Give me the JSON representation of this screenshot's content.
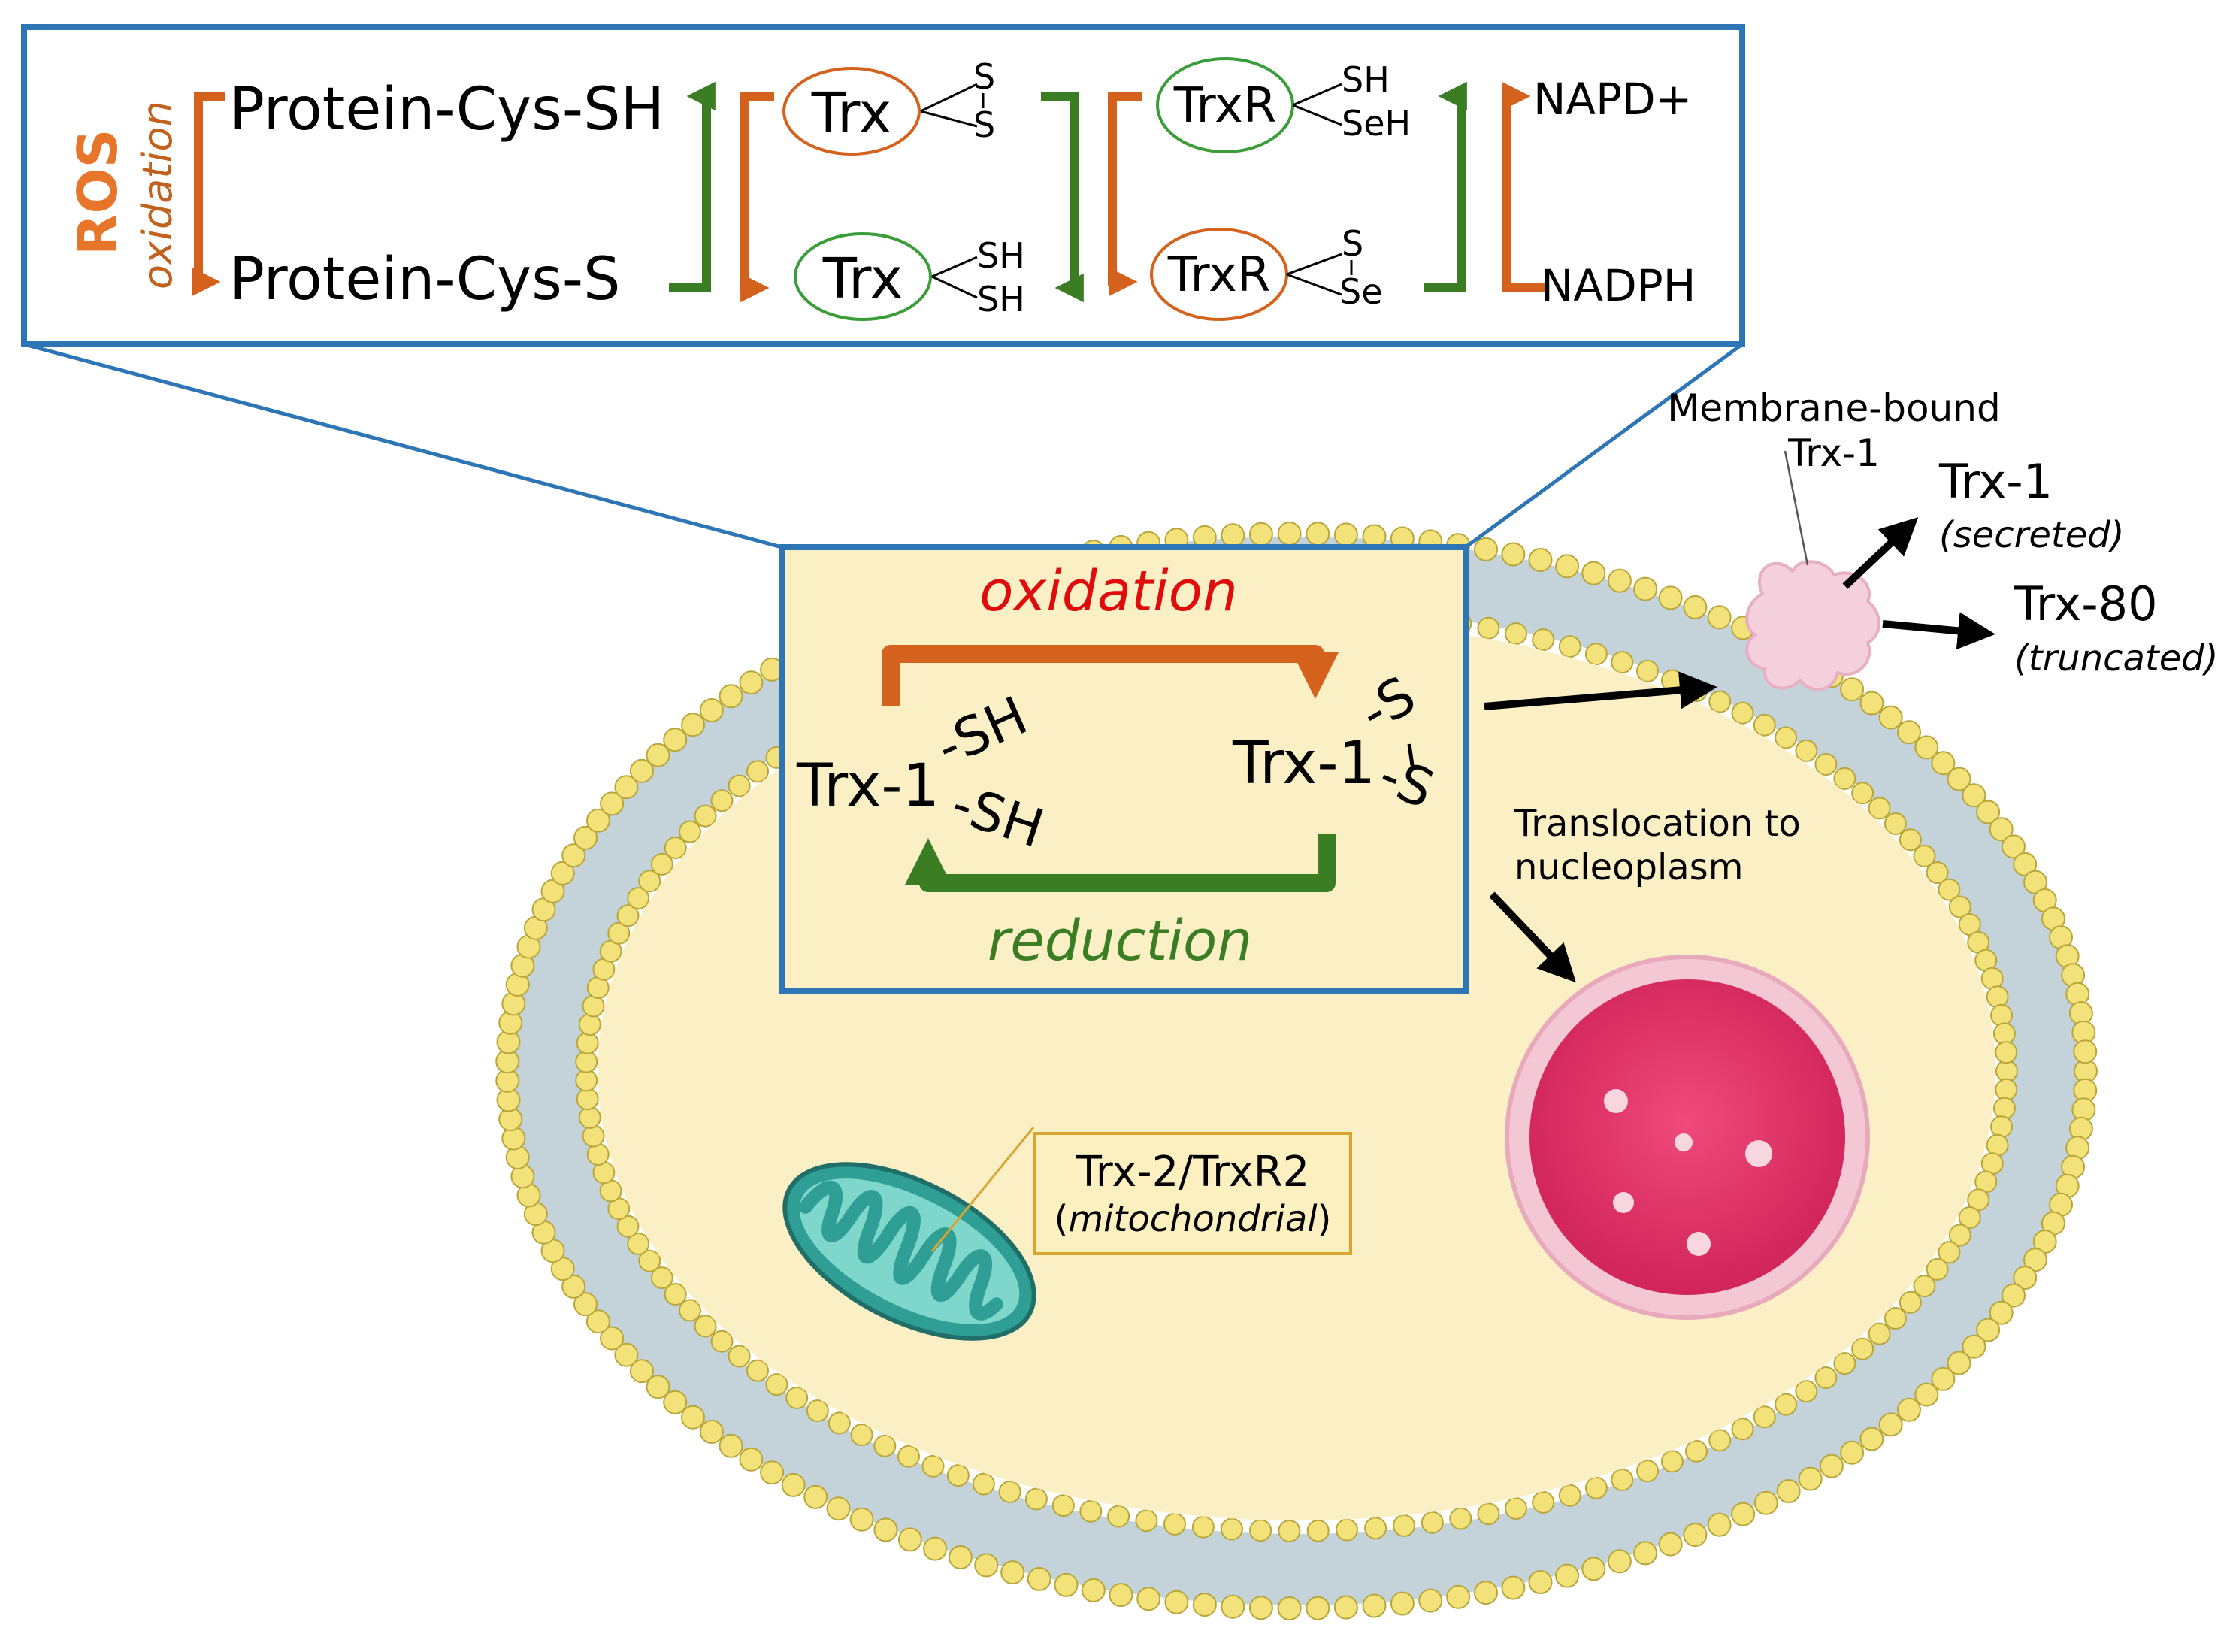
{
  "colors": {
    "oxidation": "#d4621c",
    "reduction": "#3a7d23",
    "ros": "#e8762a",
    "frame_blue": "#2e75b6",
    "cytoplasm": "#fbefc6",
    "lipid_head": "#f3e27a",
    "lipid_tail": "#c4d3da",
    "nucleus": "#e0336b",
    "nucleus_rim": "#f3c7d3",
    "mito": "#2f9e94",
    "receptor": "#f4cfdc",
    "label_box": "#fcefc0",
    "label_box_border": "#d9a531",
    "oxidation_text": "#e00b0b",
    "reduction_text": "#3a7d23"
  },
  "top_panel": {
    "ros": "ROS",
    "oxidation": "oxidation",
    "protein_sh": "Protein-Cys-SH",
    "protein_s": "Protein-Cys-S",
    "trx_ox": "Trx",
    "trx_red": "Trx",
    "trx_ox_s1": "S",
    "trx_ox_s2": "S",
    "trx_red_sh1": "SH",
    "trx_red_sh2": "SH",
    "trxr_red": "TrxR",
    "trxr_ox": "TrxR",
    "trxr_red_sh": "SH",
    "trxr_red_seh": "SeH",
    "trxr_ox_s": "S",
    "trxr_ox_se": "Se",
    "nadp": "NAPD+",
    "nadph": "NADPH"
  },
  "inset": {
    "oxidation": "oxidation",
    "reduction": "reduction",
    "trx1_left": "Trx-1",
    "trx1_left_sh1": "-SH",
    "trx1_left_sh2": "-SH",
    "trx1_right": "Trx-1",
    "trx1_right_s1": "-S",
    "trx1_right_s2": "-S"
  },
  "labels": {
    "membrane_bound_1": "Membrane-bound",
    "membrane_bound_2": "Trx-1",
    "secreted_name": "Trx-1",
    "secreted_note": "(secreted)",
    "truncated_name": "Trx-80",
    "truncated_note": "(truncated)",
    "translocation_1": "Translocation to",
    "translocation_2": "nucleoplasm",
    "mito_name": "Trx-2/TrxR2",
    "mito_note_open": "(",
    "mito_note": "mitochondrial",
    "mito_note_close": ")"
  }
}
